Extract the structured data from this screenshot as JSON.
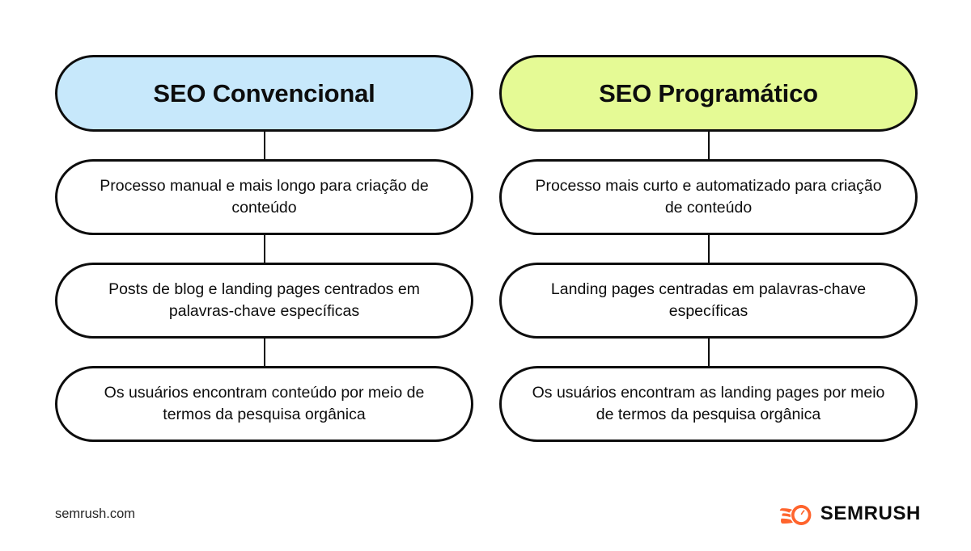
{
  "diagram": {
    "type": "two-column-comparison",
    "columns": [
      {
        "id": "seo-convencional",
        "header": {
          "label": "SEO Convencional",
          "fill": "#C7E8FB"
        },
        "items": [
          "Processo manual e mais longo para criação de conteúdo",
          "Posts de blog e landing pages centrados em palavras-chave específicas",
          "Os usuários encontram conteúdo por meio de termos da pesquisa orgânica"
        ]
      },
      {
        "id": "seo-programatico",
        "header": {
          "label": "SEO Programático",
          "fill": "#E5FA95"
        },
        "items": [
          "Processo mais curto e automatizado para criação de conteúdo",
          "Landing pages centradas em palavras-chave específicas",
          "Os usuários encontram as landing pages por meio de termos da pesquisa orgânica"
        ]
      }
    ]
  },
  "footer": {
    "url": "semrush.com",
    "brand": "SEMRUSH",
    "brand_color": "#FF642D",
    "logo_icon": "semrush-comet-icon"
  },
  "theme": {
    "border": "#0D0D0D",
    "background": "#FFFFFF",
    "text": "#0D0D0D"
  }
}
